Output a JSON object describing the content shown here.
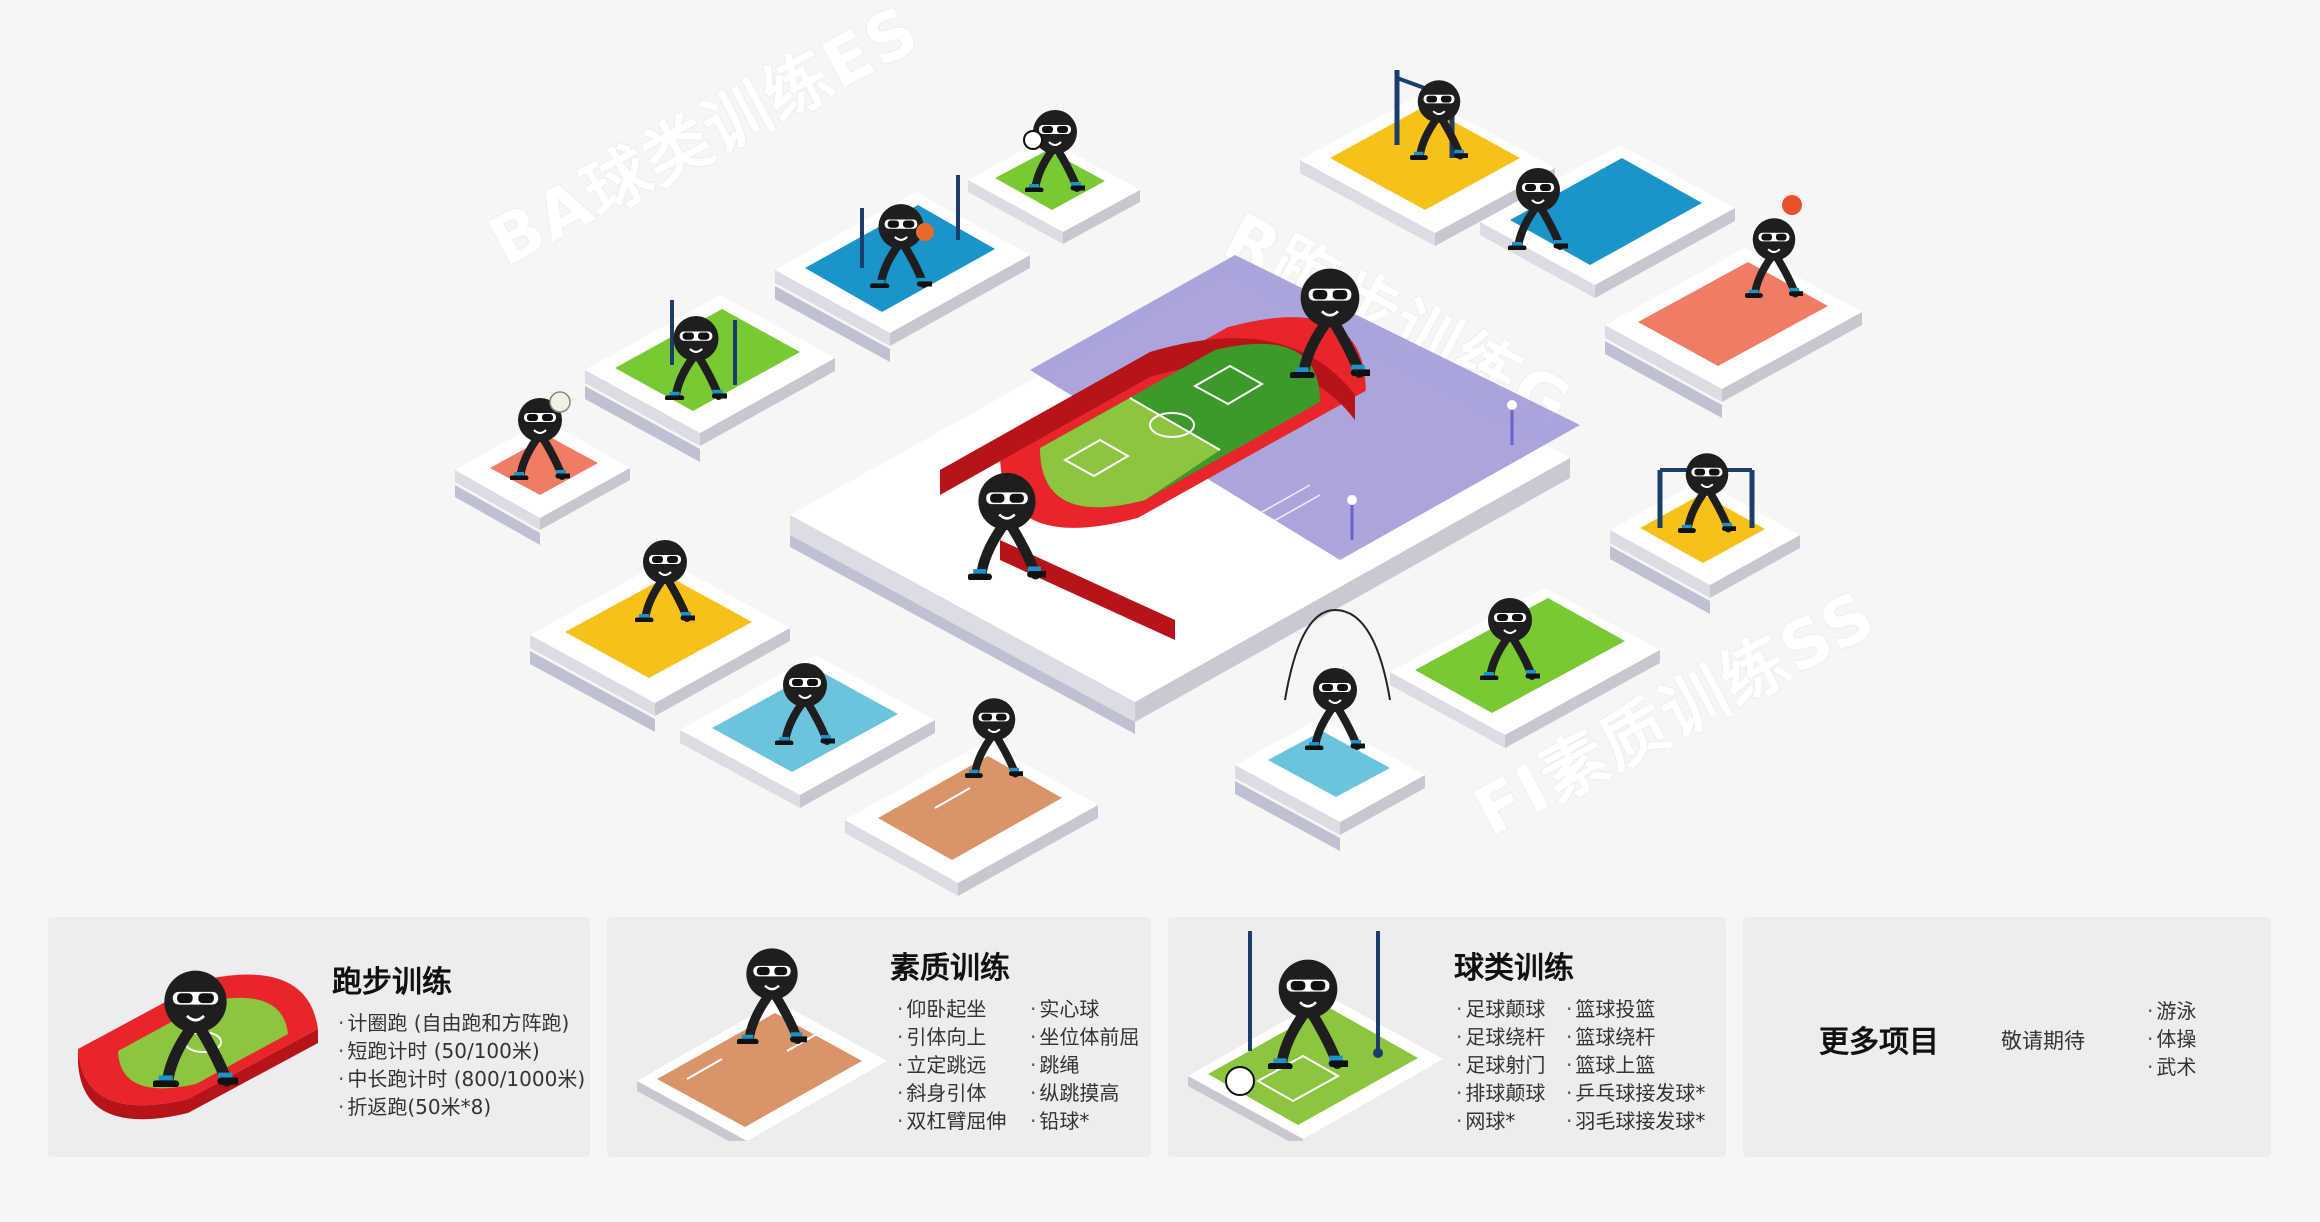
{
  "watermarks": {
    "ball": "BA球类训练ES",
    "running": "R跑步训练G",
    "fitness": "FI素质训练SS"
  },
  "colors": {
    "track_red": "#e8252b",
    "field_green": "#3c9a2a",
    "field_light": "#8cc63f",
    "purple": "#9d95dc",
    "yellow": "#f8c11a",
    "blue": "#1b94c9",
    "light_blue": "#6bc3dc",
    "salmon": "#ef7c65",
    "sand": "#d9946a",
    "lime": "#79c934"
  },
  "cards": [
    {
      "title": "跑步训练",
      "items": [
        "计圈跑 (自由跑和方阵跑)",
        "短跑计时 (50/100米)",
        "中长跑计时 (800/1000米)",
        "折返跑(50米*8)"
      ]
    },
    {
      "title": "素质训练",
      "items_col1": [
        "仰卧起坐",
        "引体向上",
        "立定跳远",
        "斜身引体",
        "双杠臂屈伸"
      ],
      "items_col2": [
        "实心球",
        "坐位体前屈",
        "跳绳",
        "纵跳摸高",
        "铅球*"
      ]
    },
    {
      "title": "球类训练",
      "items_col1": [
        "足球颠球",
        "足球绕杆",
        "足球射门",
        "排球颠球",
        "网球*"
      ],
      "items_col2": [
        "篮球投篮",
        "篮球绕杆",
        "篮球上篮",
        "乒乓球接发球*",
        "羽毛球接发球*"
      ]
    }
  ],
  "more": {
    "title": "更多项目",
    "subtitle": "敬请期待",
    "items": [
      "游泳",
      "体操",
      "武术"
    ]
  }
}
